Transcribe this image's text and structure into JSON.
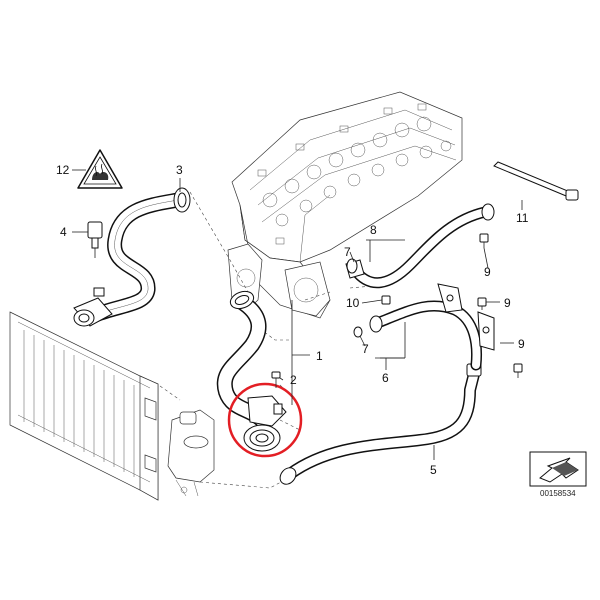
{
  "callouts": {
    "c1": "1",
    "c2": "2",
    "c3": "3",
    "c4": "4",
    "c5": "5",
    "c6": "6",
    "c7a": "7",
    "c7b": "7",
    "c8": "8",
    "c9a": "9",
    "c9b": "9",
    "c9c": "9",
    "c10": "10",
    "c11": "11",
    "c12": "12"
  },
  "document_number": "00158534",
  "highlight_color": "#e31e24",
  "icons": {
    "warning": "hot-surface-warning-icon",
    "orientation": "orientation-arrow-icon"
  }
}
